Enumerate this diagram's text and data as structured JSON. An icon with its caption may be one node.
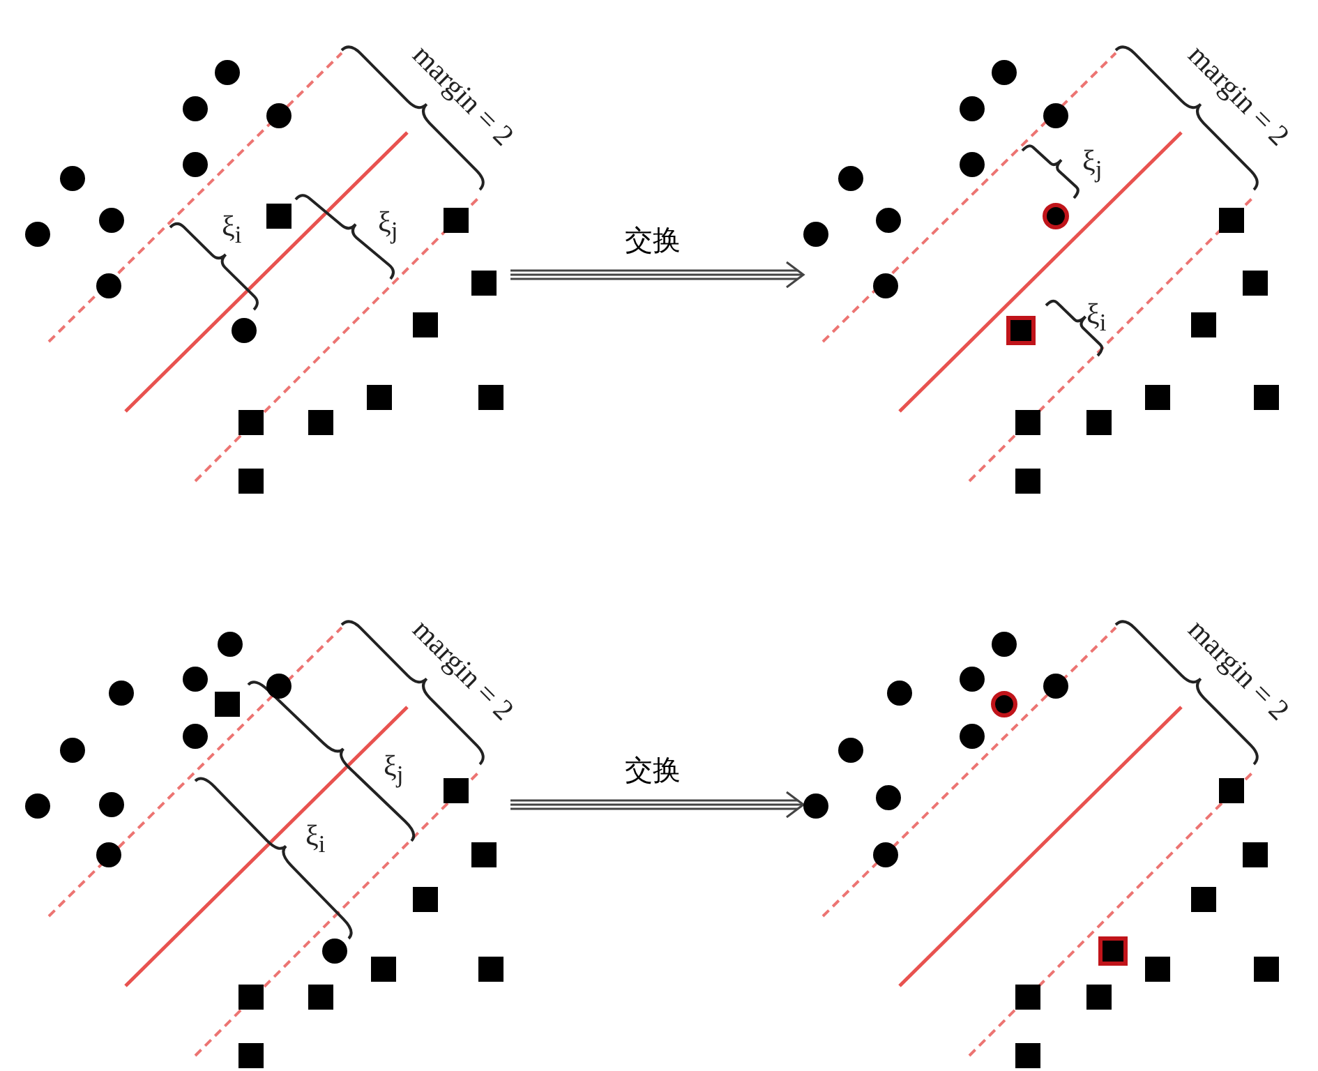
{
  "diagram": {
    "nodes": [
      {
        "text": [],
        "shape": "picture"
      },
      {
        "text": [],
        "shape": "picture"
      },
      {
        "text": [],
        "shape": "picture"
      },
      {
        "text": [],
        "shape": "picture"
      }
    ],
    "edges": [
      {
        "from": 0,
        "to": 1,
        "arrow": "to",
        "label": "交换"
      },
      {
        "from": 2,
        "to": 3,
        "arrow": "to",
        "label": "交换"
      }
    ],
    "labels": [
      "margin = 2",
      "ξ$_{i}$",
      "ξ$_{j}$",
      "margin = 2",
      "ξ$_{j}$",
      "ξ$_{i}$",
      "margin = 2",
      "ξ$_{j}$",
      "ξ$_{i}$",
      "margin = 2"
    ]
  }
}
